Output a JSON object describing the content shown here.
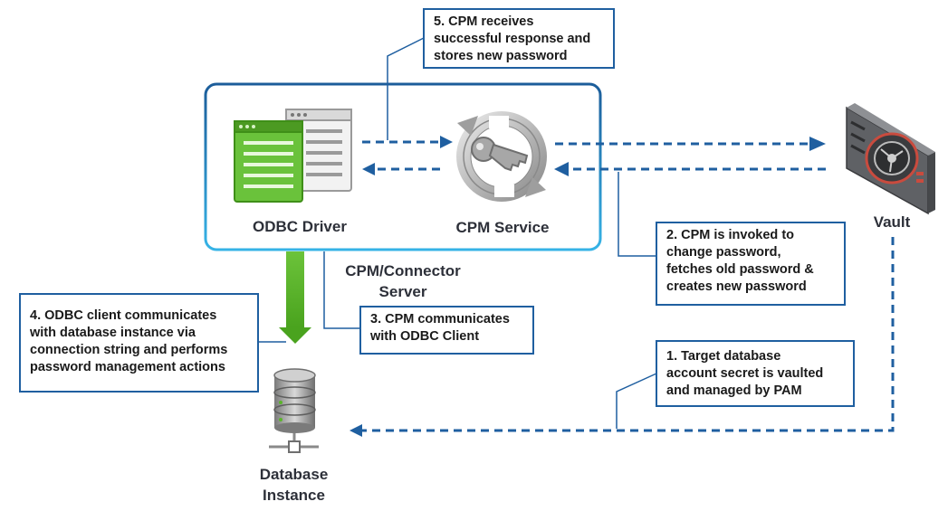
{
  "labels": {
    "odbc_driver": "ODBC Driver",
    "cpm_service": "CPM Service",
    "vault": "Vault",
    "server": [
      "CPM/Connector",
      "Server"
    ],
    "database": [
      "Database",
      "Instance"
    ]
  },
  "steps": {
    "step1": [
      "1. Target database",
      "account secret is vaulted",
      "and managed by PAM"
    ],
    "step2": [
      "2. CPM is invoked to",
      "change password,",
      "fetches old password &",
      "creates new password"
    ],
    "step3": [
      "3. CPM communicates",
      "with ODBC Client"
    ],
    "step4": [
      "4. ODBC client communicates",
      "with database instance via",
      "connection string and performs",
      "password management actions"
    ],
    "step5": [
      "5. CPM receives",
      "successful response and",
      "stores new password"
    ]
  },
  "colors": {
    "callout_border": "#1f5fa0",
    "flow_arrow": "#1f5fa0",
    "server_border": "#2ea6dd",
    "green_arrow": "#5ab52a"
  }
}
